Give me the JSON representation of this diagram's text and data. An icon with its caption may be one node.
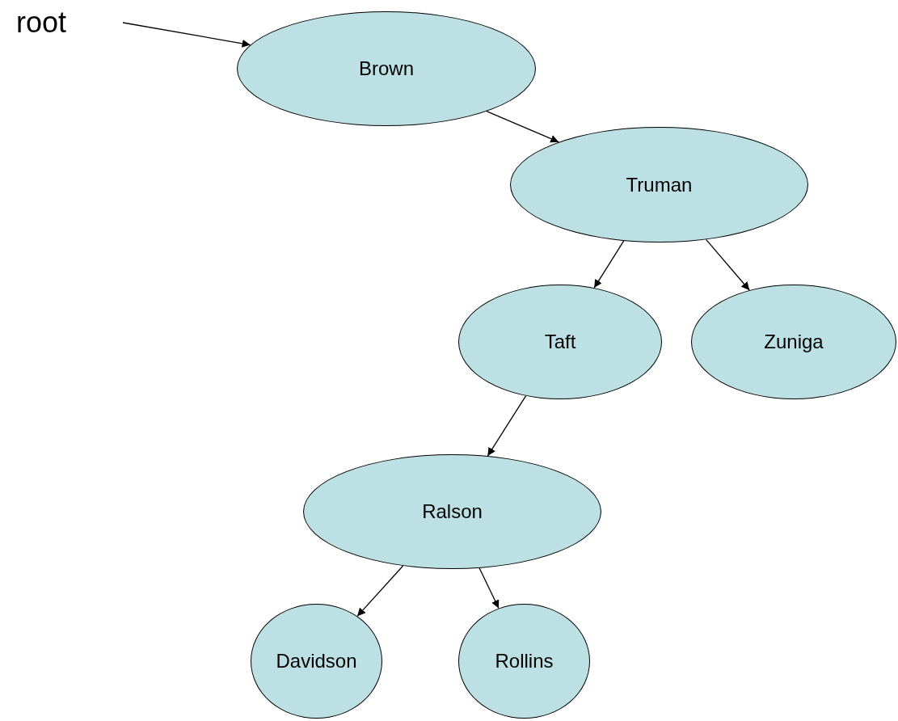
{
  "diagram": {
    "nodes": [
      {
        "text": [
          "root"
        ]
      },
      {
        "text": [
          "Brown"
        ]
      },
      {
        "text": [
          "Truman"
        ]
      },
      {
        "text": [
          "Taft"
        ]
      },
      {
        "text": [
          "Zuniga"
        ]
      },
      {
        "text": [
          "Ralson"
        ]
      },
      {
        "text": [
          "Davidson"
        ]
      },
      {
        "text": [
          "Rollins"
        ]
      }
    ],
    "edges": [
      {
        "from": 0,
        "to": 1,
        "arrow": "to"
      },
      {
        "from": 1,
        "to": 2,
        "arrow": "to"
      },
      {
        "from": 2,
        "to": 3,
        "arrow": "to"
      },
      {
        "from": 2,
        "to": 4,
        "arrow": "to"
      },
      {
        "from": 3,
        "to": 5,
        "arrow": "to"
      },
      {
        "from": 5,
        "to": 6,
        "arrow": "to"
      },
      {
        "from": 5,
        "to": 7,
        "arrow": "to"
      }
    ]
  }
}
